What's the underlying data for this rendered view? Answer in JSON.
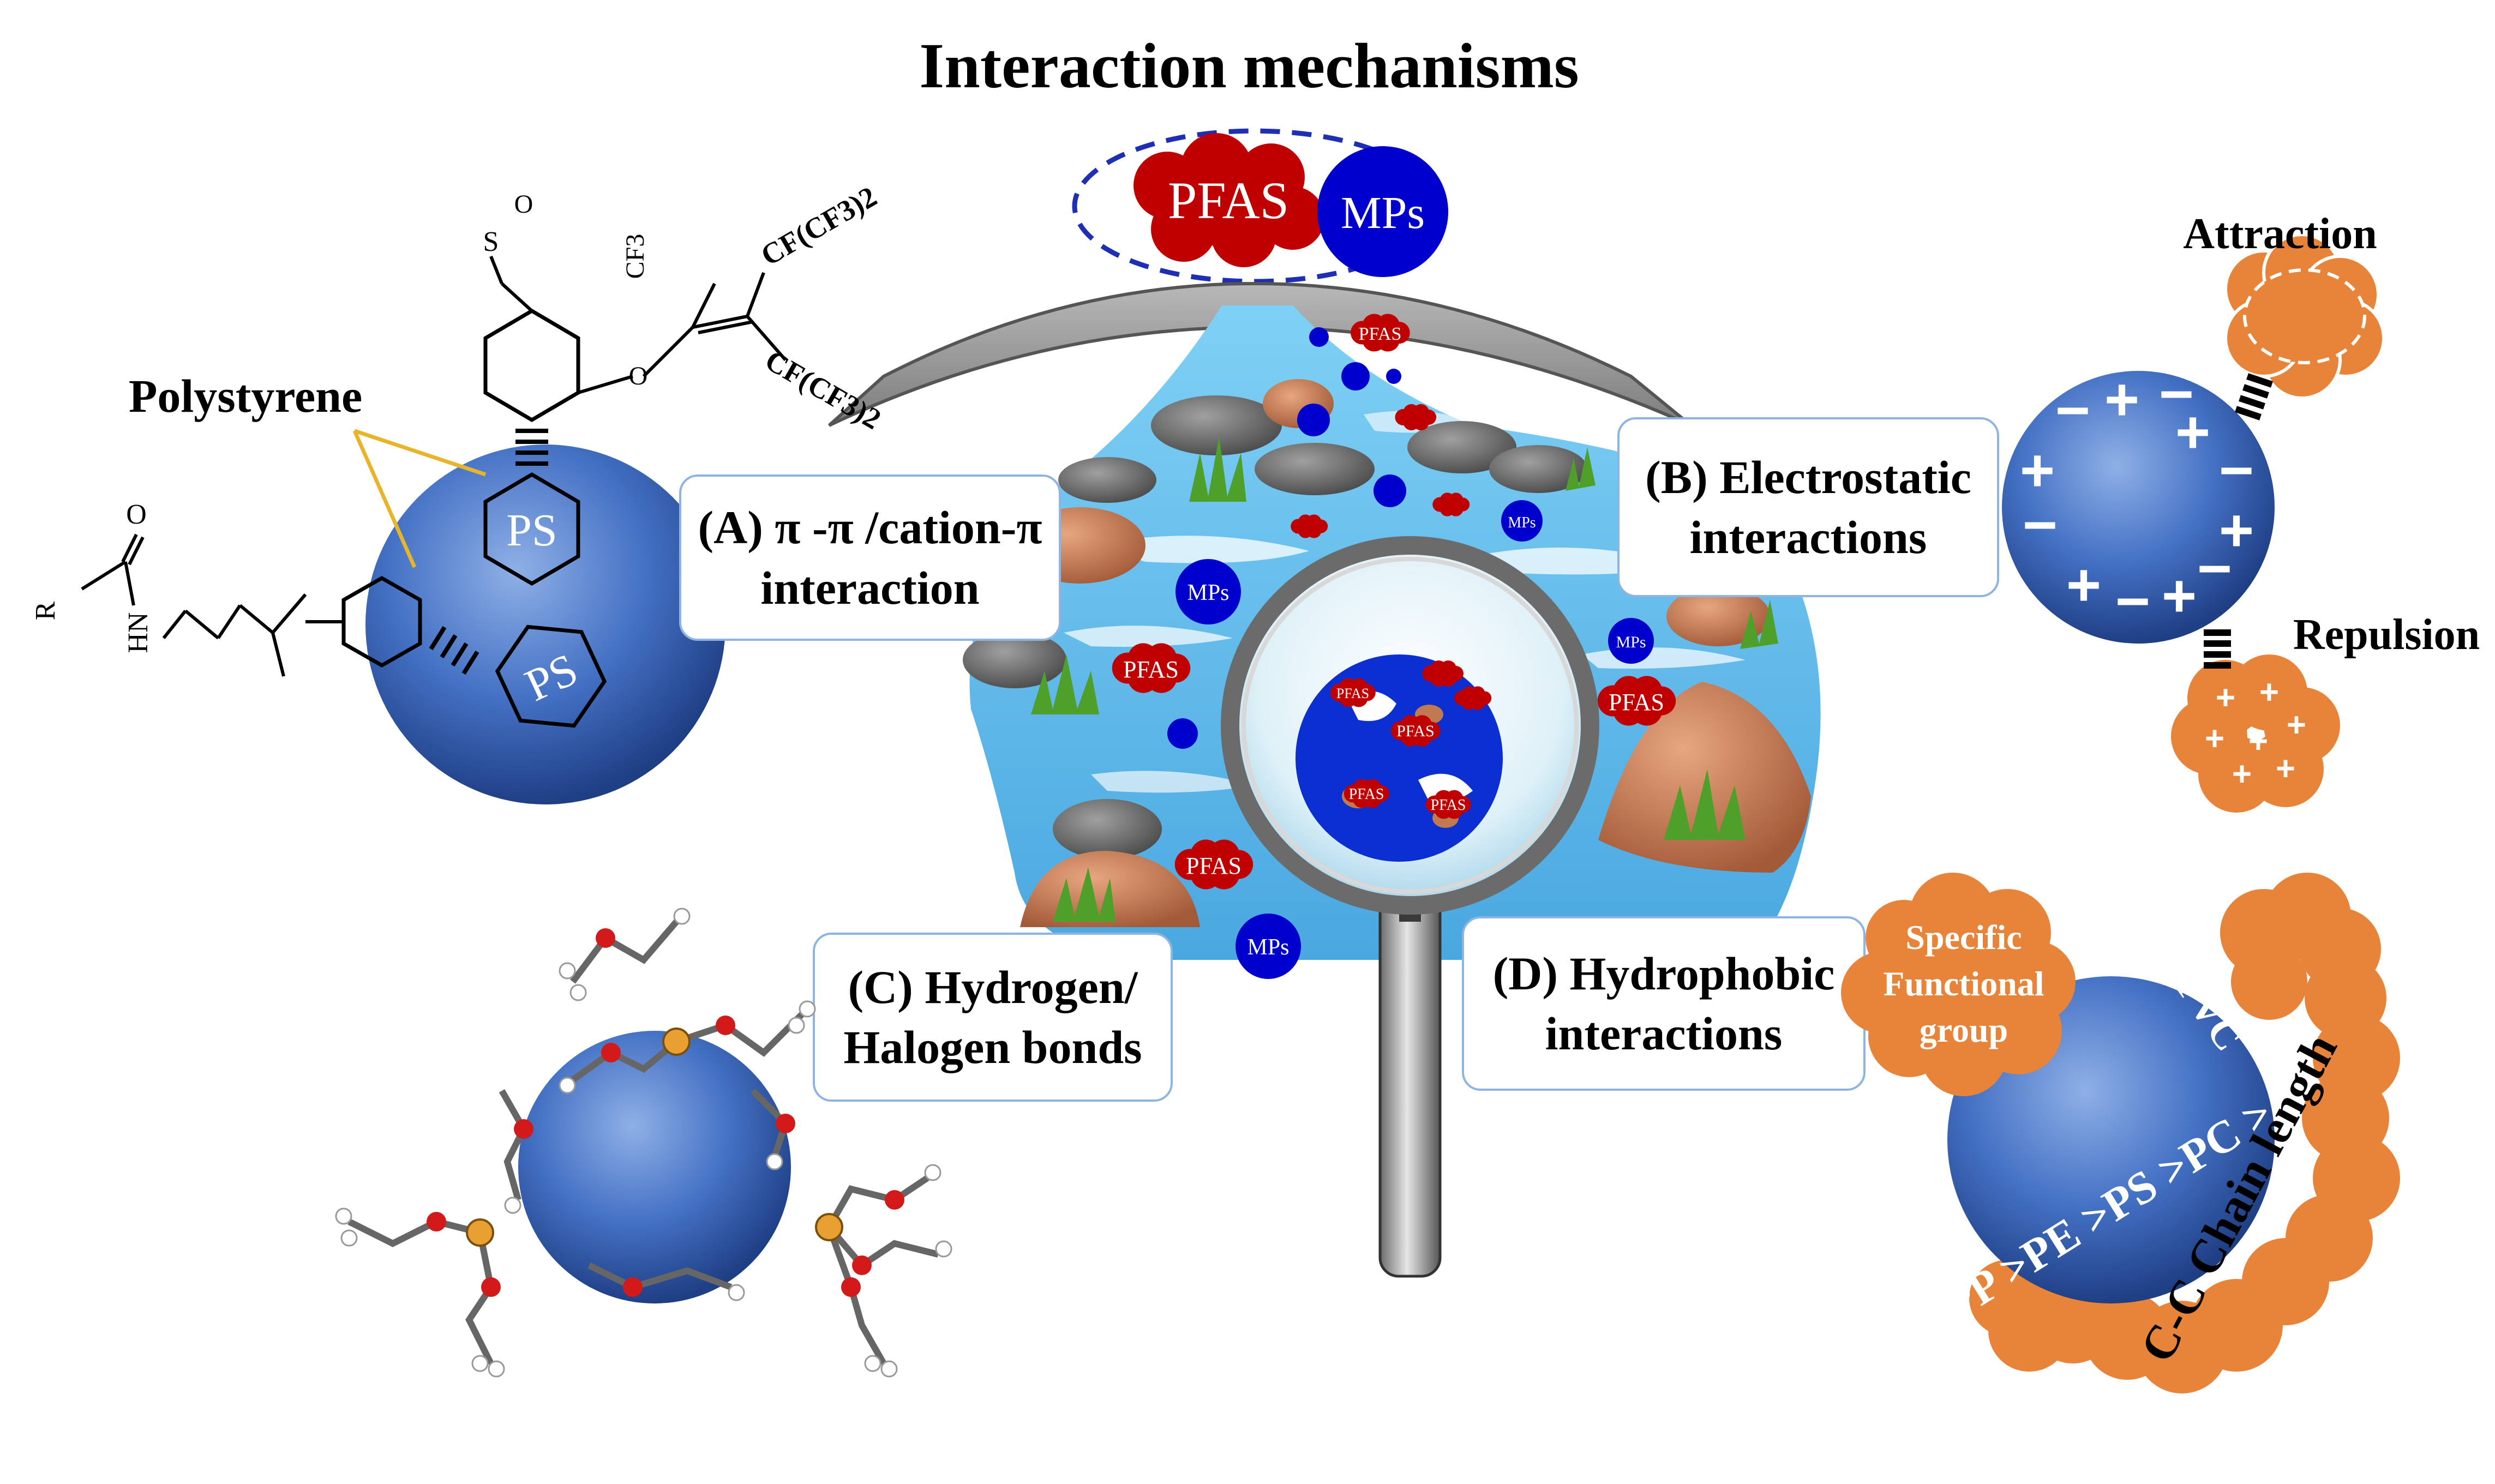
{
  "title": "Interaction mechanisms",
  "legend": {
    "pfas": "PFAS",
    "mps": "MPs"
  },
  "labels": {
    "a_line1": "(A) π -π /cation-π",
    "a_line2": "interaction",
    "b_line1": "(B) Electrostatic",
    "b_line2": "interactions",
    "c_line1": "(C) Hydrogen/",
    "c_line2": "Halogen bonds",
    "d_line1": "(D) Hydrophobic",
    "d_line2": "interactions"
  },
  "polystyrene": {
    "label": "Polystyrene",
    "ps": "PS"
  },
  "molecule": {
    "cf3": "CF3",
    "cf_upper": "CF(CF3)2",
    "cf_lower": "CF(CF3)2",
    "r": "R",
    "nh": "HN",
    "o": "O",
    "s": "S"
  },
  "electrostatic": {
    "attraction": "Attraction",
    "repulsion": "Repulsion",
    "plus": "+",
    "minus": "−"
  },
  "hydrophobic": {
    "group_line1": "Specific",
    "group_line2": "Functional",
    "group_line3": "group",
    "order_pvc": "PVC",
    "order_main": "PP >PE >PS >PC >",
    "chain": "C-C Chain length"
  },
  "river": {
    "pfas": "PFAS",
    "mps": "MPs"
  },
  "colors": {
    "pfas_red": "#c00000",
    "mps_blue": "#0000cc",
    "sphere_blue": "#3f6fc4",
    "orange": "#e8833a",
    "water": "#5bb8e8",
    "box_border": "#8eb4e3"
  }
}
